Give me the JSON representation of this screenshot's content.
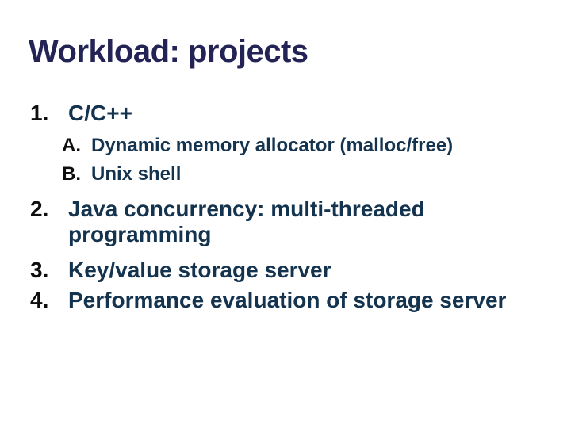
{
  "slide": {
    "title": "Workload: projects",
    "colors": {
      "background": "#ffffff",
      "title": "#232355",
      "body": "#14334f",
      "marker": "#0d0d0d"
    },
    "items": [
      {
        "marker": "1.",
        "text": "C/C++",
        "children": [
          {
            "marker": "A.",
            "text": "Dynamic memory allocator (malloc/free)"
          },
          {
            "marker": "B.",
            "text": "Unix shell"
          }
        ]
      },
      {
        "marker": "2.",
        "text": "Java concurrency: multi-threaded programming"
      },
      {
        "marker": "3.",
        "text": "Key/value storage server"
      },
      {
        "marker": "4.",
        "text": "Performance evaluation of storage server"
      }
    ]
  }
}
